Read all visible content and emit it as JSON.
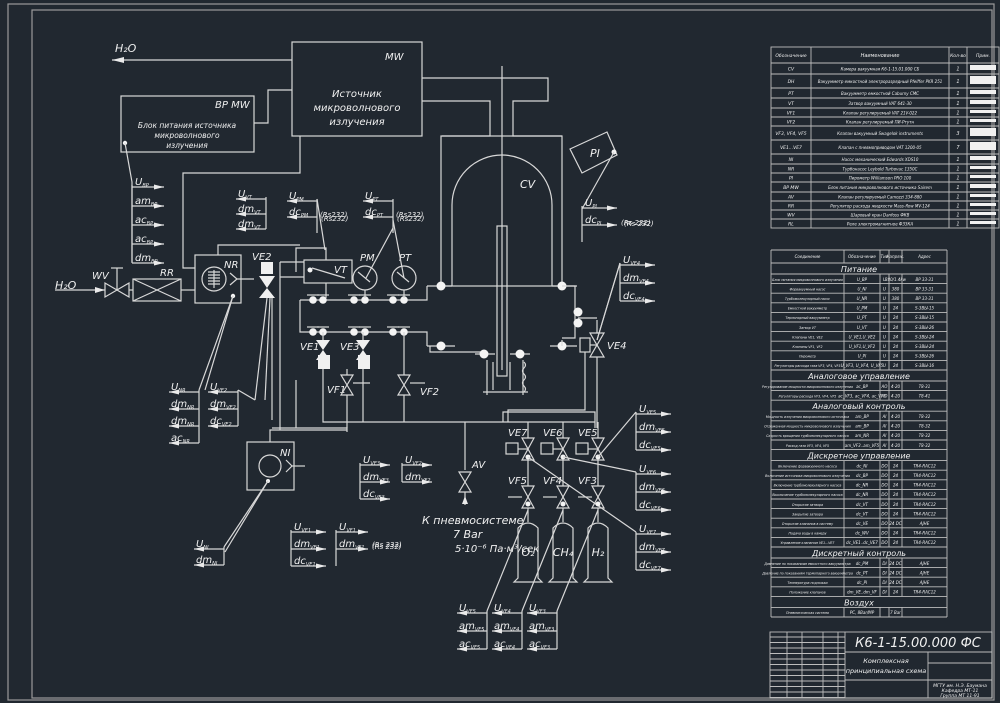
{
  "drawing": {
    "title_code": "К6-1-15.00.000 ФС",
    "title_name_line1": "Комплексная",
    "title_name_line2": "принципиальная схема",
    "title_org_line1": "МГТУ им. Н.Э. Баумана",
    "title_org_line2": "Кафедра МТ-11",
    "title_org_line3": "Группа МТ 11-91"
  },
  "blocks": {
    "mw_tag": "MW",
    "mw_name_l1": "Источник",
    "mw_name_l2": "микроволнового",
    "mw_name_l3": "излучения",
    "bp_tag": "BP MW",
    "bp_name_l1": "Блок питания источника",
    "bp_name_l2": "микроволнового",
    "bp_name_l3": "излучения",
    "cv": "CV",
    "pi": "PI",
    "nr": "NR",
    "ni": "NI",
    "rr": "RR",
    "wv": "WV",
    "vt": "VT",
    "pm": "PM",
    "pt": "PT",
    "av": "AV",
    "h2o_in": "H₂O",
    "h2o_out": "H₂O",
    "pneumo_l1": "К пневмосистеме",
    "pneumo_l2": "7 Bar",
    "pneumo_l3": "5·10⁻⁶ Па·м³/сек",
    "valves": [
      "VE1",
      "VE2",
      "VE3",
      "VE4",
      "VE5",
      "VE6",
      "VE7",
      "VF1",
      "VF2",
      "VF3",
      "VF4",
      "VF5"
    ],
    "cylinders": [
      "O₂",
      "CH₄",
      "H₂"
    ]
  },
  "signals": {
    "bp": [
      "U_BP",
      "am_BP",
      "ac_BP",
      "ac_BP",
      "dm_BP"
    ],
    "ve2": [
      "U_VT",
      "dm_VT",
      "dm_VT"
    ],
    "pm": [
      "U_PM",
      "dc_PM",
      "(Rs232)"
    ],
    "pt": [
      "U_PT",
      "dc_PT",
      "(Rs232)"
    ],
    "pi": [
      "U_PI",
      "dc_PI",
      "(Rs 232)"
    ],
    "ve4": [
      "U_VE4",
      "dm_VE4",
      "dc_VE4"
    ],
    "nr": [
      "U_NR",
      "dm_NR",
      "dm_NR",
      "ac_NR"
    ],
    "ve2b": [
      "U_VE2",
      "dm_VE2",
      "dc_VE2"
    ],
    "ni": [
      "U_NI",
      "dm_NI"
    ],
    "ve1": [
      "U_VE1",
      "dm_VE1",
      "dc_VE1"
    ],
    "vf1": [
      "U_VF1",
      "dm_VF1",
      "(Rs 232)"
    ],
    "ve3": [
      "U_VE3",
      "dm_VE3",
      "dc_VE3"
    ],
    "vf2": [
      "U_VF2",
      "dm_VF2"
    ],
    "ve5": [
      "U_VE5",
      "dm_VE5",
      "dc_VE5"
    ],
    "ve6": [
      "U_VE6",
      "dm_VE6",
      "dc_VE6"
    ],
    "ve7": [
      "U_VE7",
      "dm_VE7",
      "dc_VE7"
    ],
    "vf5": [
      "U_VF5",
      "am_VF5",
      "ac_VF5"
    ],
    "vf4": [
      "U_VF4",
      "am_VF4",
      "ac_VF4"
    ],
    "vf3": [
      "U_VF3",
      "am_VF3",
      "ac_VF3"
    ]
  },
  "spec_table": {
    "headers": [
      "Обозначение",
      "Наименование",
      "Кол-во",
      "Прим."
    ],
    "rows": [
      [
        "CV",
        "Камера вакуумная К6-1-15.01.000 СБ",
        "1",
        ""
      ],
      [
        "DH",
        "Вакуумметр емкостной электроразрядный Pfeiffer PKR 251",
        "1",
        ""
      ],
      [
        "PT",
        "Вакуумметр емкостной Caburny CMC",
        "1",
        ""
      ],
      [
        "VT",
        "Затвор вакуумный VAT 641-30",
        "1",
        ""
      ],
      [
        "VF1",
        "Клапан регулируемый VAT 21V-022",
        "1",
        ""
      ],
      [
        "VF2",
        "Клапан регулируемый ПИ-Ртутн",
        "1",
        ""
      ],
      [
        "VF3, VF4, VF5",
        "Клапан вакуумный Swagelok instruments",
        "3",
        ""
      ],
      [
        "VE1...VE7",
        "Клапан с пневмоприводом VAT 1200-05",
        "7",
        ""
      ],
      [
        "NI",
        "Насос механический Edwards XDS10",
        "1",
        ""
      ],
      [
        "NR",
        "Турбонасос Leybold Turbovac 1350C",
        "1",
        ""
      ],
      [
        "PI",
        "Пирометр Williamson PRO 100",
        "1",
        ""
      ],
      [
        "BP MW",
        "Блок питания микроволнового источника Sairem",
        "1",
        ""
      ],
      [
        "AV",
        "Клапан регулируемый Camozzi 334-880",
        "1",
        ""
      ],
      [
        "RR",
        "Регулятор расхода жидкости Mass-flow MV-124",
        "1",
        ""
      ],
      [
        "WV",
        "Шаровый кран Danfoss ФКВ",
        "1",
        ""
      ],
      [
        "RL",
        "Реле электромагнитное ФЗЗКА",
        "1",
        ""
      ]
    ]
  },
  "io_table": {
    "headers": [
      "Соединение",
      "Обозначение",
      "Тип",
      "Напряж.",
      "Адрес"
    ],
    "sections": [
      {
        "title": "Питание",
        "rows": [
          [
            "Блок питания микроволнового излучения",
            "U_BP",
            "U",
            "380/1.4kw",
            "BP 33-31"
          ],
          [
            "Форвакуумный насос",
            "U_NI",
            "U",
            "380",
            "BP 33-31"
          ],
          [
            "Турбомолекулярный насос",
            "U_NR",
            "U",
            "380",
            "BP 33-31"
          ],
          [
            "Емкостной вакуумметр",
            "U_PM",
            "U",
            "24",
            "S-3BЫ-15"
          ],
          [
            "Термопарный вакуумметр",
            "U_PT",
            "U",
            "24",
            "S-3BЫ-15"
          ],
          [
            "Затвор VT",
            "U_VT",
            "U",
            "24",
            "S-3BЫ-26"
          ],
          [
            "Клапаны VE1, VE2",
            "U_VE1,U_VE2",
            "U",
            "24",
            "S-3BЫ-24"
          ],
          [
            "Клапаны VF1, VF2",
            "U_VF1,U_VF2",
            "U",
            "24",
            "S-3BЫ-24"
          ],
          [
            "Пирометр",
            "U_PI",
            "U",
            "24",
            "S-3BЫ-26"
          ],
          [
            "Регуляторы расхода газа VF3, VF4, VF5",
            "U_VF3, U_VF4, U_VF5",
            "U",
            "24",
            "S-3BЫ-16"
          ]
        ]
      },
      {
        "title": "Аналоговое управление",
        "rows": [
          [
            "Регулирование мощности микроволнового излучения",
            "ac_BP",
            "AO",
            "4-20",
            "T8-31"
          ],
          [
            "Регуляторы расхода VF3, VF4, VF5",
            "ac_VF3, ac_VF4, ac_VF5",
            "AO",
            "4-20",
            "T8-41"
          ]
        ]
      },
      {
        "title": "Аналоговый контроль",
        "rows": [
          [
            "Мощность излучения микроволнового источника",
            "am_BP",
            "AI",
            "4-20",
            "T8-32"
          ],
          [
            "Отраженная мощность микроволнового излучения",
            "am_BP",
            "AI",
            "4-20",
            "T8-32"
          ],
          [
            "Скорость вращения турбомолекулярного насоса",
            "am_NR",
            "AI",
            "4-20",
            "T8-32"
          ],
          [
            "Расход газа VF3, VF4, VF5",
            "am_VF3..am_VF5",
            "AI",
            "4-20",
            "T8-32"
          ]
        ]
      },
      {
        "title": "Дискретное управление",
        "rows": [
          [
            "Включение форвакуумного насоса",
            "dc_NI",
            "DO",
            "24",
            "TR4-RAC12"
          ],
          [
            "Включение источника микроволнового излучения",
            "dc_BP",
            "DO",
            "24",
            "TR4-RAC12"
          ],
          [
            "Включение турбомолекулярного насоса",
            "dc_NR",
            "DO",
            "24",
            "TR4-RAC12"
          ],
          [
            "Выключение турбомолекулярного насоса",
            "dc_NR",
            "DO",
            "24",
            "TR4-RAC12"
          ],
          [
            "Открытие затвора",
            "dc_VT",
            "DO",
            "24",
            "TR4-RAC12"
          ],
          [
            "Закрытие затвора",
            "dc_VT",
            "DO",
            "24",
            "TR4-RAC12"
          ],
          [
            "Открытие клапанов в систему",
            "dc_VE",
            "DO",
            "24 DC",
            "AJHE"
          ],
          [
            "Подача воды в камеру",
            "dc_WV",
            "DO",
            "24",
            "TR4-RAC12"
          ],
          [
            "Управление клапаном VE1...VE7",
            "dc_VE1..dc_VE7",
            "DO",
            "24",
            "TR4-RAC12"
          ]
        ]
      },
      {
        "title": "Дискретный контроль",
        "rows": [
          [
            "Давление по показаниям емкостного вакуумметра",
            "dc_PM",
            "DI",
            "24 DC",
            "AJHE"
          ],
          [
            "Давление по показаниям термопарного вакуумметра",
            "dc_PT",
            "DI",
            "24 DC",
            "AJHE"
          ],
          [
            "Температура подложки",
            "dc_PI",
            "DI",
            "24 DC",
            "AJHE"
          ],
          [
            "Положение клапанов",
            "dm_VE..dm_VF",
            "DI",
            "24",
            "TR4-RAC12"
          ]
        ]
      },
      {
        "title": "Воздух",
        "rows": [
          [
            "Пневматическая система",
            "PC, 8Bar/MP",
            "",
            "7 Bar",
            ""
          ]
        ]
      }
    ]
  }
}
